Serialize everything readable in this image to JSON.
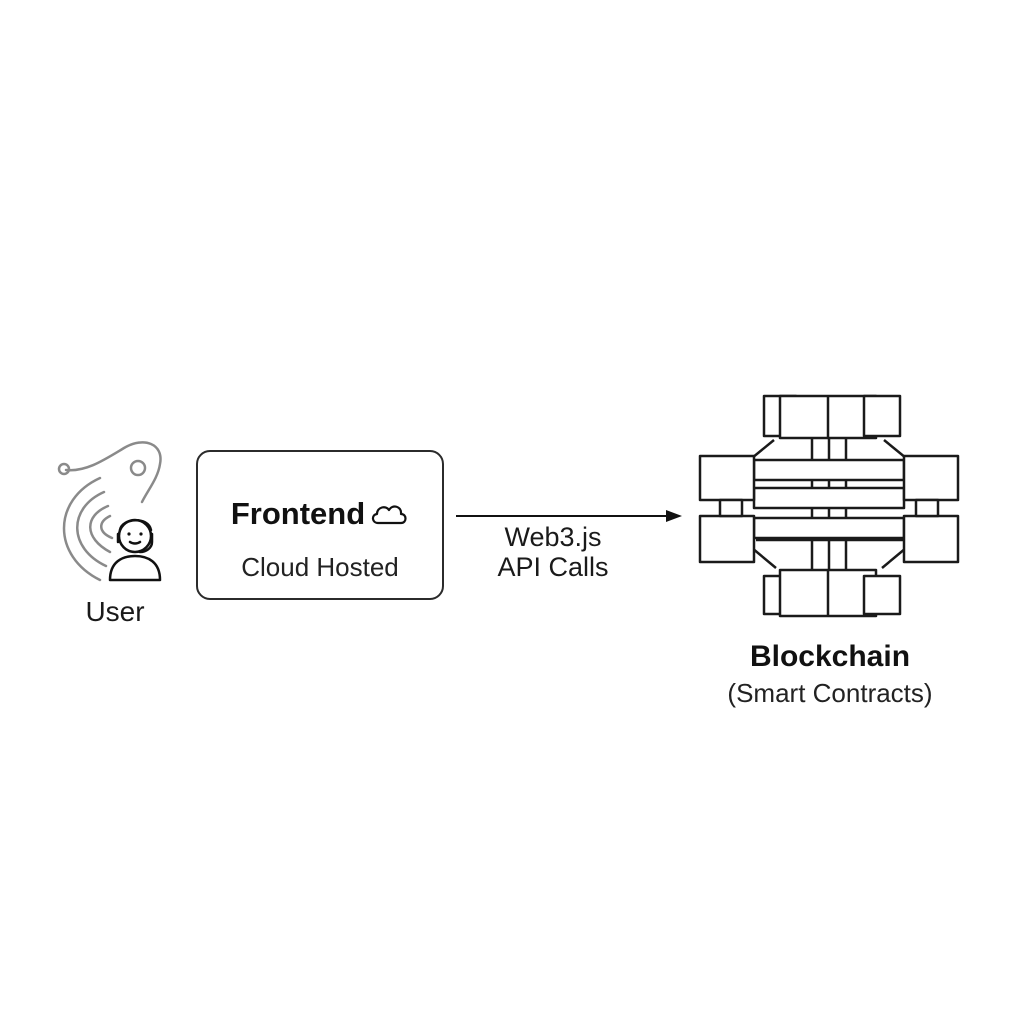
{
  "user": {
    "label": "User",
    "icon": "user-support-icon"
  },
  "frontend": {
    "title": "Frontend",
    "subtitle": "Cloud Hosted",
    "icon": "cloud-icon"
  },
  "connection": {
    "label_line1": "Web3.js",
    "label_line2": "API Calls"
  },
  "blockchain": {
    "title": "Blockchain",
    "subtitle": "(Smart Contracts)",
    "icon": "blockchain-network-icon"
  },
  "colors": {
    "stroke": "#2b2b2b",
    "muted_stroke": "#8a8a8a",
    "background": "#ffffff"
  }
}
